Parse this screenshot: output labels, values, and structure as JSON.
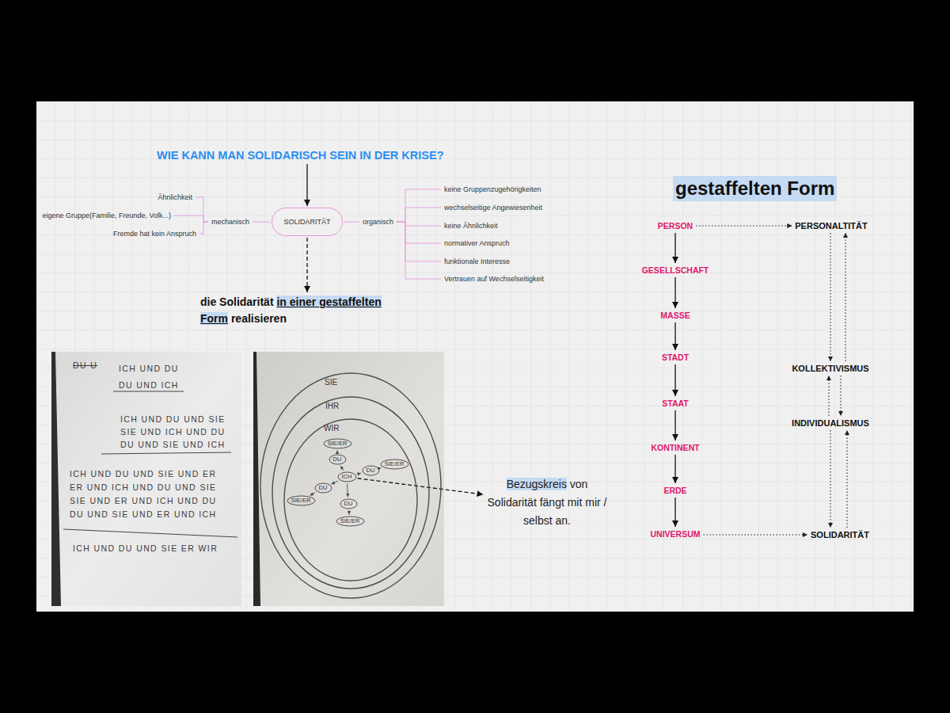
{
  "diagram": {
    "nodes": [
      {
        "text": [
          "WIE KANN MAN SOLIDARISCH SEIN IN DER KRISE?"
        ]
      },
      {
        "text": [
          "SOLIDARITÄT"
        ]
      },
      {
        "text": [
          "mechanisch"
        ]
      },
      {
        "text": [
          "Ähnlichkeit"
        ]
      },
      {
        "text": [
          "eigene Gruppe(Familie, Freunde, Volk...)"
        ]
      },
      {
        "text": [
          "Fremde hat kein Anspruch"
        ]
      },
      {
        "text": [
          "organisch"
        ]
      },
      {
        "text": [
          "keine Gruppenzugehörigkeiten"
        ]
      },
      {
        "text": [
          "wechselseitige Angewiesenheit"
        ]
      },
      {
        "text": [
          "keine Ähnlichkeit"
        ]
      },
      {
        "text": [
          "normativer Anspruch"
        ]
      },
      {
        "text": [
          "funktionale Interesse"
        ]
      },
      {
        "text": [
          "Vertrauen auf Wechselseitigkeit"
        ]
      },
      {
        "text": [
          "die Solidarität",
          "in einer gestaffelten Form",
          "realisieren"
        ]
      },
      {
        "text": [
          "SIE"
        ]
      },
      {
        "text": [
          "IHR"
        ],
        "in": 14
      },
      {
        "text": [
          "WIR"
        ],
        "in": 15
      },
      {
        "text": [
          "SIE/ER"
        ],
        "in": 16
      },
      {
        "text": [
          "DU"
        ],
        "in": 16
      },
      {
        "text": [
          "ICH"
        ],
        "in": 16
      },
      {
        "text": [
          "DU"
        ],
        "in": 16
      },
      {
        "text": [
          "SIE/ER"
        ],
        "in": 16
      },
      {
        "text": [
          "DU"
        ],
        "in": 16
      },
      {
        "text": [
          "SIE/ER"
        ],
        "in": 16
      },
      {
        "text": [
          "DU"
        ],
        "in": 16
      },
      {
        "text": [
          "SIE/ER"
        ],
        "in": 16
      },
      {
        "text": [
          "Bezugskreis",
          "von Solidarität fängt mit mir / selbst an."
        ]
      },
      {
        "text": [
          "PERSON"
        ]
      },
      {
        "text": [
          "GESELLSCHAFT"
        ]
      },
      {
        "text": [
          "MASSE"
        ]
      },
      {
        "text": [
          "STADT"
        ]
      },
      {
        "text": [
          "STAAT"
        ]
      },
      {
        "text": [
          "KONTINENT"
        ]
      },
      {
        "text": [
          "ERDE"
        ]
      },
      {
        "text": [
          "UNIVERSUM"
        ]
      },
      {
        "text": [
          "PERSONALTITÄT"
        ]
      },
      {
        "text": [
          "KOLLEKTIVISMUS"
        ]
      },
      {
        "text": [
          "INDIVIDUALISMUS"
        ]
      },
      {
        "text": [
          "SOLIDARITÄT"
        ]
      }
    ],
    "edges": [
      {
        "from": 0,
        "to": 1,
        "arrow": "to"
      },
      {
        "from": 1,
        "to": 2,
        "arrow": "none"
      },
      {
        "from": 2,
        "to": 3,
        "arrow": "none"
      },
      {
        "from": 2,
        "to": 4,
        "arrow": "none"
      },
      {
        "from": 2,
        "to": 5,
        "arrow": "none"
      },
      {
        "from": 1,
        "to": 6,
        "arrow": "none"
      },
      {
        "from": 6,
        "to": 7,
        "arrow": "none"
      },
      {
        "from": 6,
        "to": 8,
        "arrow": "none"
      },
      {
        "from": 6,
        "to": 9,
        "arrow": "none"
      },
      {
        "from": 6,
        "to": 10,
        "arrow": "none"
      },
      {
        "from": 6,
        "to": 11,
        "arrow": "none"
      },
      {
        "from": 6,
        "to": 12,
        "arrow": "none"
      },
      {
        "from": 1,
        "to": 13,
        "arrow": "to"
      },
      {
        "from": 19,
        "to": 18,
        "arrow": "to"
      },
      {
        "from": 18,
        "to": 17,
        "arrow": "to"
      },
      {
        "from": 19,
        "to": 20,
        "arrow": "to"
      },
      {
        "from": 20,
        "to": 21,
        "arrow": "to"
      },
      {
        "from": 19,
        "to": 22,
        "arrow": "to"
      },
      {
        "from": 22,
        "to": 23,
        "arrow": "to"
      },
      {
        "from": 19,
        "to": 24,
        "arrow": "to"
      },
      {
        "from": 24,
        "to": 25,
        "arrow": "to"
      },
      {
        "from": 19,
        "to": 26,
        "arrow": "to"
      },
      {
        "from": 27,
        "to": 28,
        "arrow": "to"
      },
      {
        "from": 28,
        "to": 29,
        "arrow": "to"
      },
      {
        "from": 29,
        "to": 30,
        "arrow": "to"
      },
      {
        "from": 30,
        "to": 31,
        "arrow": "to"
      },
      {
        "from": 31,
        "to": 32,
        "arrow": "to"
      },
      {
        "from": 32,
        "to": 33,
        "arrow": "to"
      },
      {
        "from": 33,
        "to": 34,
        "arrow": "to"
      },
      {
        "from": 27,
        "to": 35,
        "arrow": "to"
      },
      {
        "from": 34,
        "to": 38,
        "arrow": "to"
      },
      {
        "from": 35,
        "to": 36,
        "arrow": "to"
      },
      {
        "from": 36,
        "to": 35,
        "arrow": "to"
      },
      {
        "from": 37,
        "to": 36,
        "arrow": "to"
      },
      {
        "from": 36,
        "to": 37,
        "arrow": "to"
      },
      {
        "from": 37,
        "to": 38,
        "arrow": "to"
      },
      {
        "from": 38,
        "to": 37,
        "arrow": "to"
      }
    ],
    "labels": [
      "gestaffelten Form",
      "DU U",
      "ICH UND DU",
      "DU UND ICH",
      "ICH UND DU UND SIE",
      "SIE UND ICH UND DU",
      "DU UND SIE UND ICH",
      "ICH UND DU UND SIE UND ER",
      "ER UND ICH UND DU UND SIE",
      "SIE UND ER UND ICH UND DU",
      "DU UND SIE UND ER UND ICH",
      "ICH UND DU UND SIE ER WIR"
    ]
  }
}
